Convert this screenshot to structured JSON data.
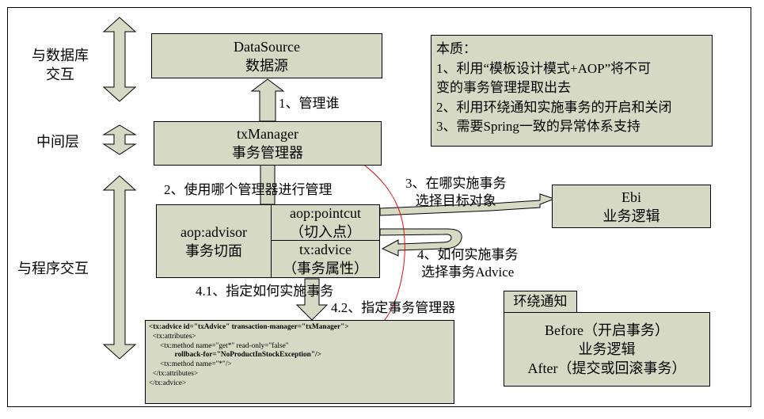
{
  "left_labels": {
    "database": [
      "与数据库",
      "交互"
    ],
    "middle": "中间层",
    "program": "与程序交互"
  },
  "datasource": {
    "title": "DataSource",
    "subtitle": "数据源"
  },
  "txmanager": {
    "title": "txManager",
    "subtitle": "事务管理器"
  },
  "advisor": {
    "title": "aop:advisor",
    "subtitle": "事务切面"
  },
  "pointcut": {
    "title": "aop:pointcut",
    "subtitle": "（切入点）"
  },
  "txadvice": {
    "title": "tx:advice",
    "subtitle": "（事务属性）"
  },
  "ebi": {
    "title": "Ebi",
    "subtitle": "业务逻辑"
  },
  "essence": [
    "本质：",
    "1、利用“模板设计模式+AOP”将不可",
    "变的事务管理提取出去",
    "2、利用环绕通知实施事务的开启和关闭",
    "3、需要Spring一致的异常体系支持"
  ],
  "around": {
    "tab": "环绕通知",
    "lines": [
      "Before（开启事务）",
      "业务逻辑",
      "After（提交或回滚事务）"
    ]
  },
  "labels": {
    "manage_who": "1、管理谁",
    "which_manager": "2、使用哪个管理器进行管理",
    "where_tx": [
      "3、在哪实施事务",
      "选择目标对象"
    ],
    "how_tx": [
      "4、如何实施事务",
      "选择事务Advice"
    ],
    "specify_how": "4.1、指定如何实施事务",
    "specify_manager": "4.2、指定事务管理器"
  },
  "code": {
    "line1": "<tx:advice id=\"txAdvice\" transaction-manager=\"txManager\">",
    "line2": "  <tx:attributes>",
    "line3": "      <tx:method name=\"get*\" read-only=\"false\"",
    "line4": "              rollback-for=\"NoProductInStockException\"/>",
    "line5": "      <tx:method name=\"*\"/>",
    "line6": "  </tx:attributes>",
    "line7": "</tx:advice>"
  },
  "colors": {
    "box_fill": "#d6dac4",
    "red_line": "#e01010",
    "arrow_fill": "#d6dac4"
  }
}
